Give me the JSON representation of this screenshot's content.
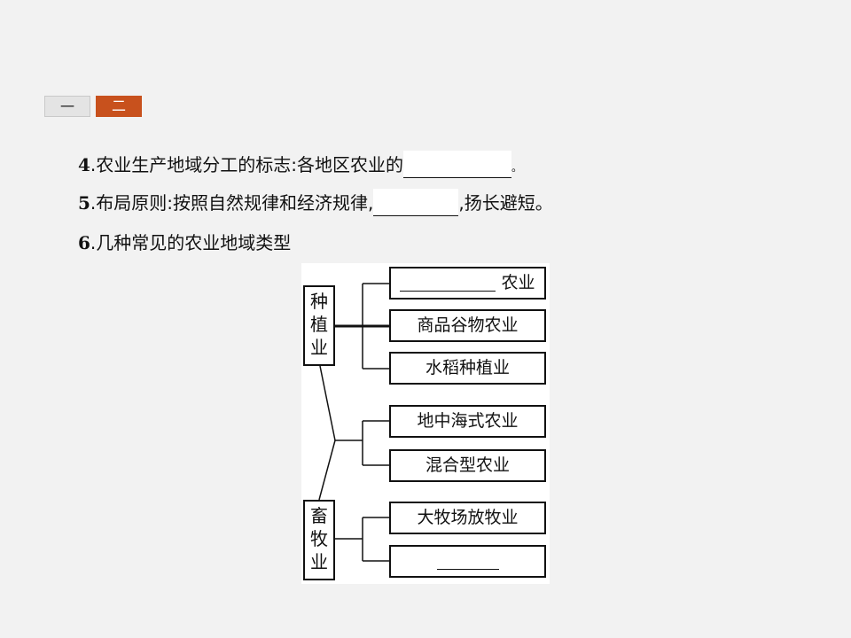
{
  "tabs": [
    "一",
    "二"
  ],
  "lines": {
    "l4_num": "4",
    "l4_text": ".农业生产地域分工的标志:各地区农业的",
    "l4_end": "。",
    "l5_num": "5",
    "l5_text": ".布局原则:按照自然规律和经济规律,",
    "l5_end": ",扬长避短。",
    "l6_num": "6",
    "l6_text": ".几种常见的农业地域类型"
  },
  "diagram": {
    "planting": [
      "种",
      "植",
      "业"
    ],
    "livestock": [
      "畜",
      "牧",
      "业"
    ],
    "box1_suffix": "农业",
    "box2": "商品谷物农业",
    "box3": "水稻种植业",
    "box4": "地中海式农业",
    "box5": "混合型农业",
    "box6": "大牧场放牧业"
  }
}
